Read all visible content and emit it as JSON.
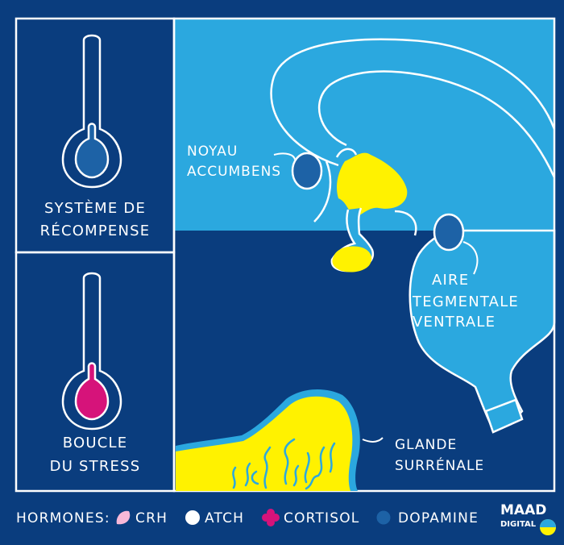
{
  "labels": {
    "reward_line1": "SYSTÈME DE",
    "reward_line2": "RÉCOMPENSE",
    "stress_line1": "BOUCLE",
    "stress_line2": "DU STRESS",
    "noyau_line1": "NOYAU",
    "noyau_line2": "ACCUMBENS",
    "aire_line1": "AIRE",
    "aire_line2": "TEGMENTALE",
    "aire_line3": "VENTRALE",
    "glande_line1": "GLANDE",
    "glande_line2": "SURRÉNALE"
  },
  "legend": {
    "title": "HORMONES:",
    "items": [
      {
        "label": "CRH",
        "color": "#f7b8d8",
        "icon": "petal-icon"
      },
      {
        "label": "ATCH",
        "color": "#ffffff",
        "icon": "dot-icon"
      },
      {
        "label": "CORTISOL",
        "color": "#d6137a",
        "icon": "flower-icon"
      },
      {
        "label": "DOPAMINE",
        "color": "#1d62a6",
        "icon": "dot-icon"
      }
    ]
  },
  "logo": {
    "line1": "MAAD",
    "line2": "DIGITAL"
  },
  "colors": {
    "background": "#0a3d7e",
    "brain": "#2ba8df",
    "hypothalamus": "#fff200",
    "cortisol": "#d6137a",
    "dopamine": "#1d62a6"
  }
}
